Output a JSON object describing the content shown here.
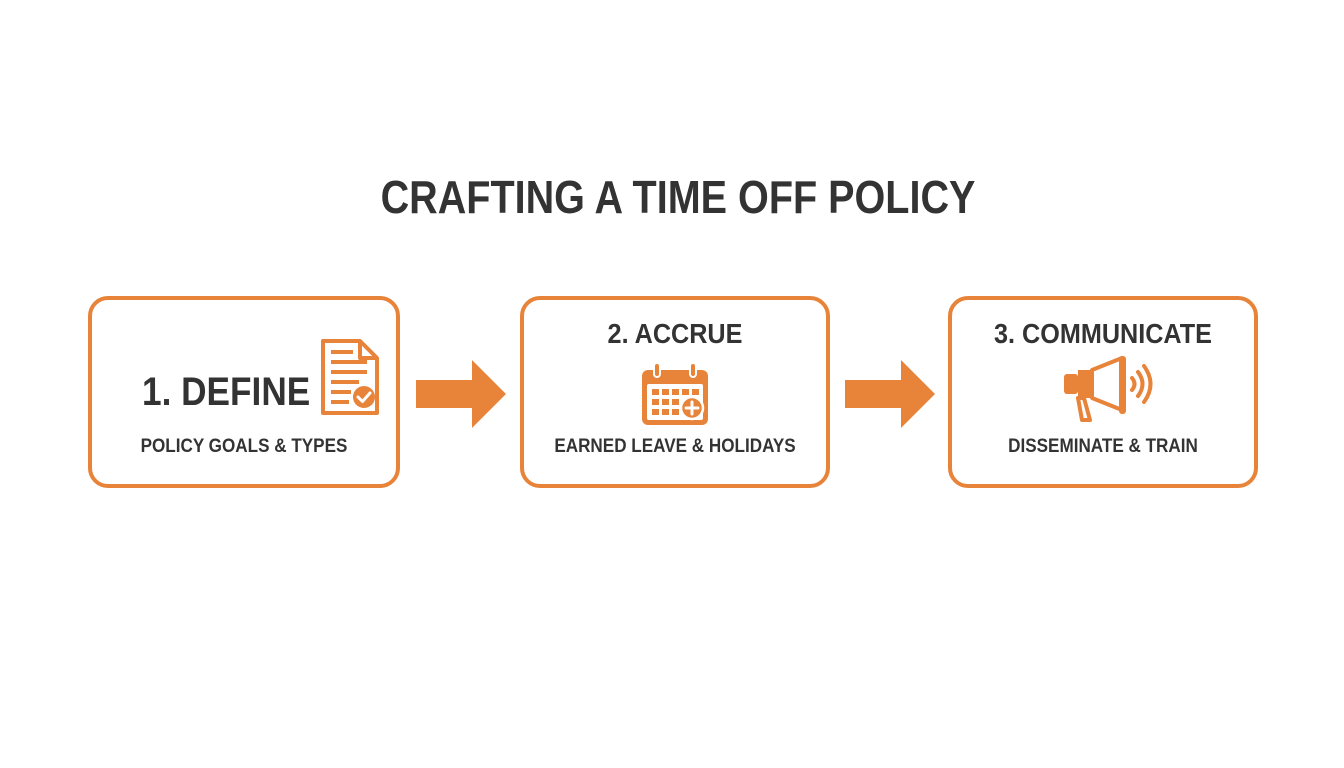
{
  "title": "CRAFTING A TIME OFF POLICY",
  "colors": {
    "accent": "#E8833A",
    "text": "#333333",
    "background": "#FFFFFF"
  },
  "steps": [
    {
      "title": "1. DEFINE",
      "subtitle": "POLICY GOALS & TYPES",
      "icon": "policy-document-check-icon"
    },
    {
      "title": "2. ACCRUE",
      "subtitle": "EARNED LEAVE & HOLIDAYS",
      "icon": "calendar-add-icon"
    },
    {
      "title": "3. COMMUNICATE",
      "subtitle": "DISSEMINATE & TRAIN",
      "icon": "megaphone-icon"
    }
  ]
}
